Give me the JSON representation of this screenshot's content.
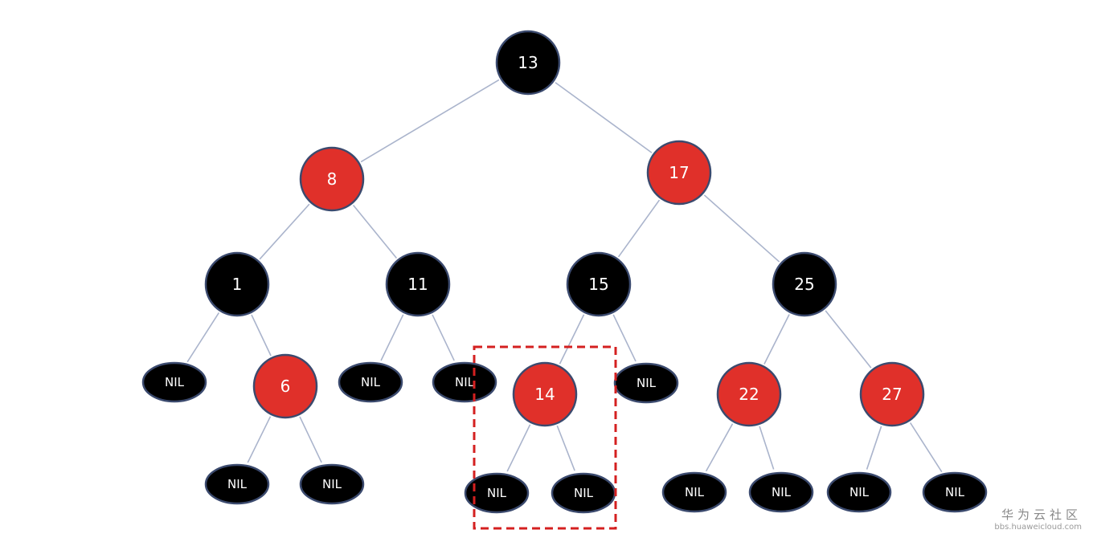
{
  "colors": {
    "red": "#e0302a",
    "black": "#000000",
    "edge": "#aab4cc",
    "node_border": "#3b4a6e",
    "highlight": "#d42020"
  },
  "tree": {
    "nodes": [
      {
        "id": "n13",
        "label": "13",
        "color": "black",
        "kind": "node"
      },
      {
        "id": "n8",
        "label": "8",
        "color": "red",
        "kind": "node"
      },
      {
        "id": "n17",
        "label": "17",
        "color": "red",
        "kind": "node"
      },
      {
        "id": "n1",
        "label": "1",
        "color": "black",
        "kind": "node"
      },
      {
        "id": "n11",
        "label": "11",
        "color": "black",
        "kind": "node"
      },
      {
        "id": "n15",
        "label": "15",
        "color": "black",
        "kind": "node"
      },
      {
        "id": "n25",
        "label": "25",
        "color": "black",
        "kind": "node"
      },
      {
        "id": "nil1a",
        "label": "NIL",
        "color": "black",
        "kind": "nil"
      },
      {
        "id": "n6",
        "label": "6",
        "color": "red",
        "kind": "node"
      },
      {
        "id": "nil11a",
        "label": "NIL",
        "color": "black",
        "kind": "nil"
      },
      {
        "id": "nil11b",
        "label": "NIL",
        "color": "black",
        "kind": "nil"
      },
      {
        "id": "n14",
        "label": "14",
        "color": "red",
        "kind": "node"
      },
      {
        "id": "nil15b",
        "label": "NIL",
        "color": "black",
        "kind": "nil"
      },
      {
        "id": "n22",
        "label": "22",
        "color": "red",
        "kind": "node"
      },
      {
        "id": "n27",
        "label": "27",
        "color": "red",
        "kind": "node"
      },
      {
        "id": "nil6a",
        "label": "NIL",
        "color": "black",
        "kind": "nil"
      },
      {
        "id": "nil6b",
        "label": "NIL",
        "color": "black",
        "kind": "nil"
      },
      {
        "id": "nil14a",
        "label": "NIL",
        "color": "black",
        "kind": "nil"
      },
      {
        "id": "nil14b",
        "label": "NIL",
        "color": "black",
        "kind": "nil"
      },
      {
        "id": "nil22a",
        "label": "NIL",
        "color": "black",
        "kind": "nil"
      },
      {
        "id": "nil22b",
        "label": "NIL",
        "color": "black",
        "kind": "nil"
      },
      {
        "id": "nil27a",
        "label": "NIL",
        "color": "black",
        "kind": "nil"
      },
      {
        "id": "nil27b",
        "label": "NIL",
        "color": "black",
        "kind": "nil"
      }
    ],
    "edges": [
      [
        "n13",
        "n8"
      ],
      [
        "n13",
        "n17"
      ],
      [
        "n8",
        "n1"
      ],
      [
        "n8",
        "n11"
      ],
      [
        "n17",
        "n15"
      ],
      [
        "n17",
        "n25"
      ],
      [
        "n1",
        "nil1a"
      ],
      [
        "n1",
        "n6"
      ],
      [
        "n11",
        "nil11a"
      ],
      [
        "n11",
        "nil11b"
      ],
      [
        "n15",
        "n14"
      ],
      [
        "n15",
        "nil15b"
      ],
      [
        "n25",
        "n22"
      ],
      [
        "n25",
        "n27"
      ],
      [
        "n6",
        "nil6a"
      ],
      [
        "n6",
        "nil6b"
      ],
      [
        "n14",
        "nil14a"
      ],
      [
        "n14",
        "nil14b"
      ],
      [
        "n22",
        "nil22a"
      ],
      [
        "n22",
        "nil22b"
      ],
      [
        "n27",
        "nil27a"
      ],
      [
        "n27",
        "nil27b"
      ]
    ],
    "highlighted_subtree": "n14"
  },
  "watermark": {
    "brand": "华为云社区",
    "url": "bbs.huaweicloud.com"
  }
}
